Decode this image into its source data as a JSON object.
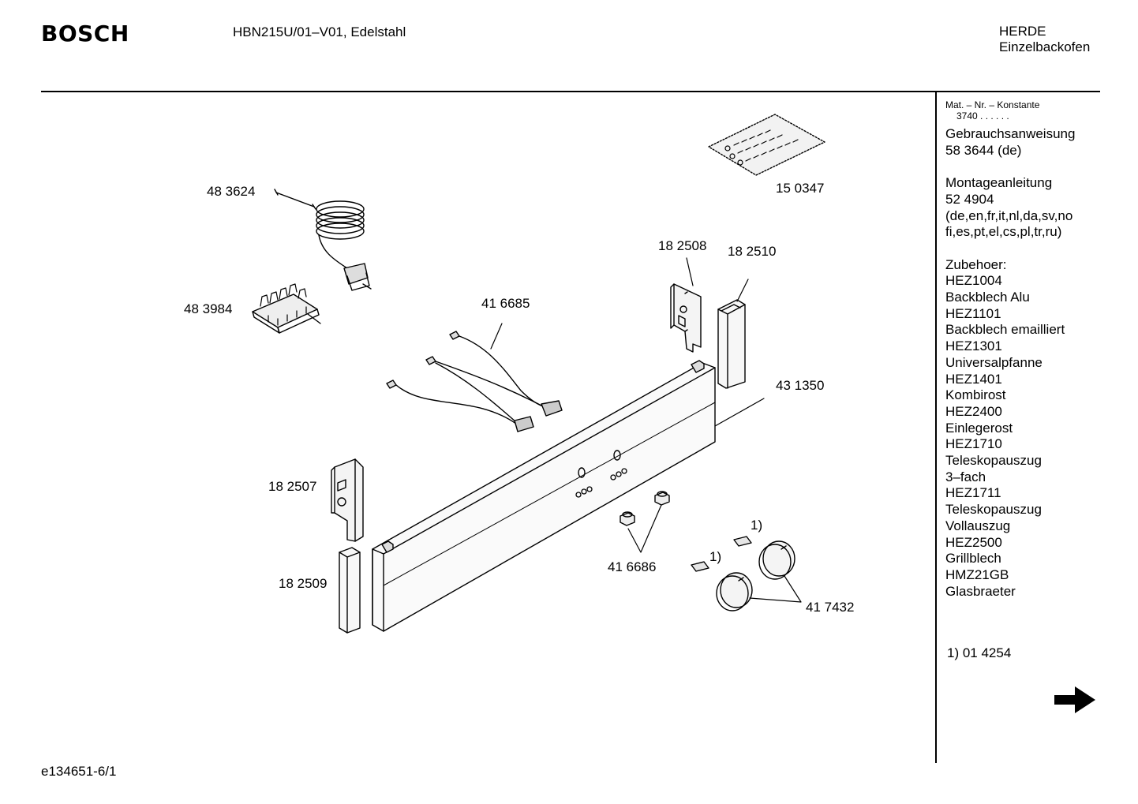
{
  "header": {
    "brand": "BOSCH",
    "model": "HBN215U/01–V01, Edelstahl",
    "category_line1": "HERDE",
    "category_line2": "Einzelbackofen"
  },
  "footer": {
    "doc_id": "e134651-6/1"
  },
  "sidebar": {
    "mat_label": "Mat. – Nr. – Konstante",
    "mat_constant": "3740 . .   . . . .",
    "lines": [
      "Gebrauchsanweisung",
      "58 3644 (de)",
      "",
      "Montageanleitung",
      "52 4904",
      "(de,en,fr,it,nl,da,sv,no",
      "fi,es,pt,el,cs,pl,tr,ru)",
      "",
      "Zubehoer:",
      "HEZ1004",
      "Backblech Alu",
      "HEZ1101",
      "Backblech emailliert",
      "HEZ1301",
      "Universalpfanne",
      "HEZ1401",
      "Kombirost",
      "HEZ2400",
      "Einlegerost",
      "HEZ1710",
      "Teleskopauszug",
      "3–fach",
      "HEZ1711",
      "Teleskopauszug",
      "Vollauszug",
      "HEZ2500",
      "Grillblech",
      "HMZ21GB",
      "Glasbraeter"
    ],
    "footnote": "1) 01 4254",
    "next_arrow_icon": "right-arrow-icon"
  },
  "parts": {
    "p483624": "48 3624",
    "p483984": "48 3984",
    "p150347": "15 0347",
    "p416685": "41 6685",
    "p182508": "18 2508",
    "p182510": "18 2510",
    "p431350": "43 1350",
    "p182507": "18 2507",
    "p182509": "18 2509",
    "p416686": "41 6686",
    "p417432": "41 7432",
    "fn1a": "1)",
    "fn1b": "1)"
  }
}
